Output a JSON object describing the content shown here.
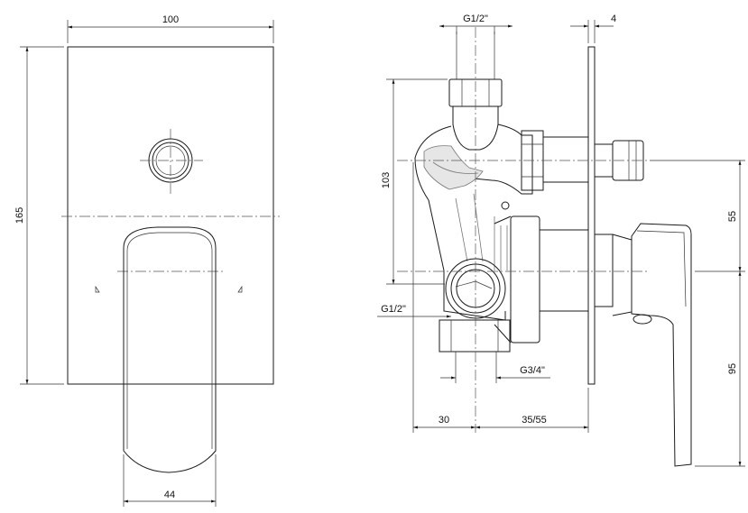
{
  "front_view": {
    "dim_width": "100",
    "dim_height": "165",
    "dim_handle_width": "44"
  },
  "side_view": {
    "dim_thread_top": "G1/2\"",
    "dim_plate": "4",
    "dim_offset_vertical": "103",
    "dim_55": "55",
    "dim_95": "95",
    "dim_thread_side": "G1/2\"",
    "dim_thread_bottom": "G3/4\"",
    "dim_30": "30",
    "dim_depth": "35/55"
  }
}
